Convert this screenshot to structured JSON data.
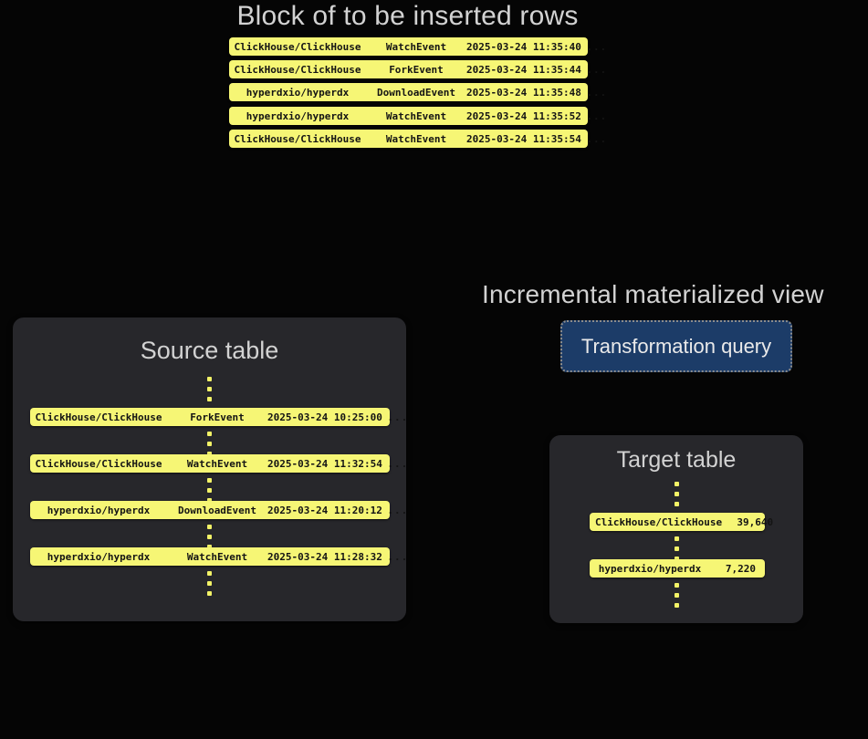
{
  "background_color": "#050505",
  "accent_row_color": "#f6f675",
  "panel_color": "#27272b",
  "heading_color": "#d2d2d2",
  "query_box_color": "#1c3c68",
  "block": {
    "title": "Block of to be inserted rows",
    "rows": [
      {
        "repo": "ClickHouse/ClickHouse",
        "event": "WatchEvent",
        "time": "2025-03-24 11:35:40",
        "more": "..."
      },
      {
        "repo": "ClickHouse/ClickHouse",
        "event": "ForkEvent",
        "time": "2025-03-24 11:35:44",
        "more": "..."
      },
      {
        "repo": "hyperdxio/hyperdx",
        "event": "DownloadEvent",
        "time": "2025-03-24 11:35:48",
        "more": "..."
      },
      {
        "repo": "hyperdxio/hyperdx",
        "event": "WatchEvent",
        "time": "2025-03-24 11:35:52",
        "more": "..."
      },
      {
        "repo": "ClickHouse/ClickHouse",
        "event": "WatchEvent",
        "time": "2025-03-24 11:35:54",
        "more": "..."
      }
    ]
  },
  "source_table": {
    "title": "Source table",
    "rows": [
      {
        "repo": "ClickHouse/ClickHouse",
        "event": "ForkEvent",
        "time": "2025-03-24 10:25:00",
        "more": "..."
      },
      {
        "repo": "ClickHouse/ClickHouse",
        "event": "WatchEvent",
        "time": "2025-03-24 11:32:54",
        "more": "..."
      },
      {
        "repo": "hyperdxio/hyperdx",
        "event": "DownloadEvent",
        "time": "2025-03-24 11:20:12",
        "more": "..."
      },
      {
        "repo": "hyperdxio/hyperdx",
        "event": "WatchEvent",
        "time": "2025-03-24 11:28:32",
        "more": "..."
      }
    ]
  },
  "materialized_view": {
    "title": "Incremental materialized view",
    "query_label": "Transformation query"
  },
  "target_table": {
    "title": "Target table",
    "rows": [
      {
        "repo": "ClickHouse/ClickHouse",
        "count": "39,640"
      },
      {
        "repo": "hyperdxio/hyperdx",
        "count": "7,220"
      }
    ]
  }
}
